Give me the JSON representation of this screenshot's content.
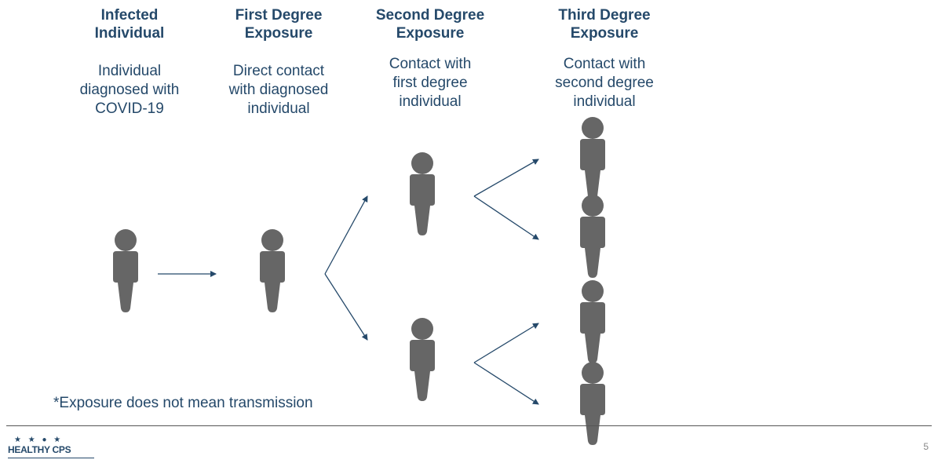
{
  "columns": [
    {
      "title_line1": "Infected",
      "title_line2": "Individual",
      "desc_lines": [
        "Individual",
        "diagnosed with",
        "COVID-19"
      ]
    },
    {
      "title_line1": "First Degree",
      "title_line2": "Exposure",
      "desc_lines": [
        "Direct contact",
        "with diagnosed",
        "individual"
      ]
    },
    {
      "title_line1": "Second Degree",
      "title_line2": "Exposure",
      "desc_lines": [
        "Contact with",
        "first degree",
        "individual"
      ]
    },
    {
      "title_line1": "Third Degree",
      "title_line2": "Exposure",
      "desc_lines": [
        "Contact with",
        "second degree",
        "individual"
      ]
    }
  ],
  "note": "*Exposure does not mean transmission",
  "page_number": "5",
  "logo": {
    "stars": "★ ★ ● ★",
    "name": "HEALTHY CPS"
  },
  "colors": {
    "text": "#25496a",
    "figure": "#666666",
    "arrow": "#25496a"
  }
}
